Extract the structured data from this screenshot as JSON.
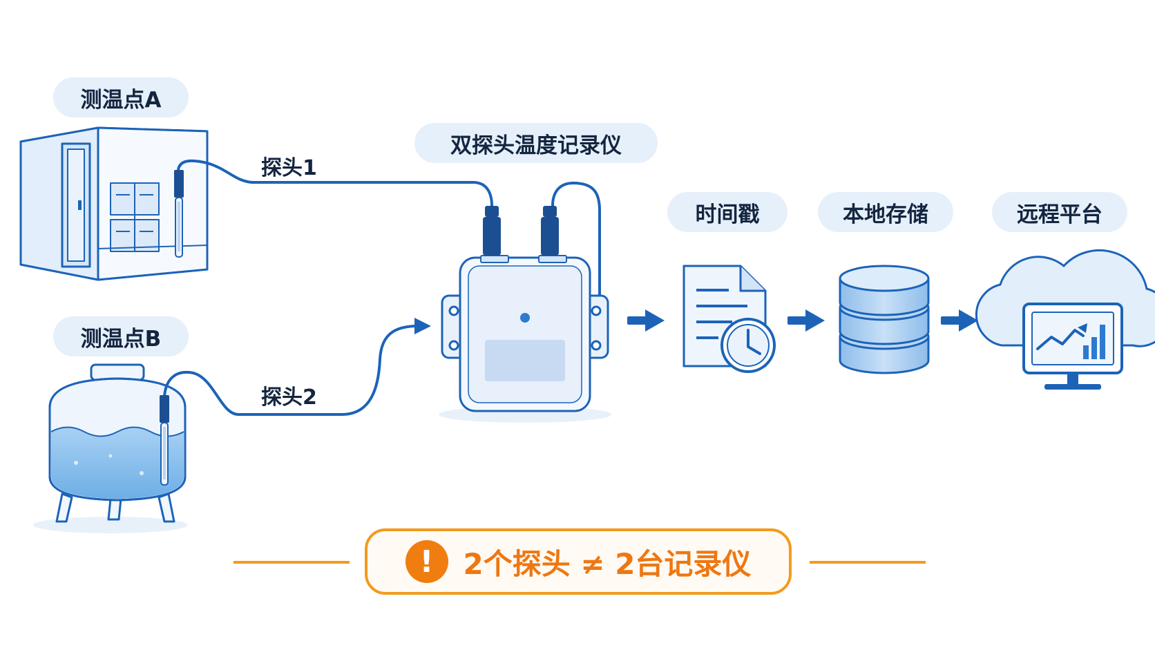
{
  "labels": {
    "point_a": "测温点A",
    "point_b": "测温点B",
    "probe_1": "探头1",
    "probe_2": "探头2",
    "logger": "双探头温度记录仪",
    "timestamp": "时间戳",
    "local_storage": "本地存储",
    "remote_platform": "远程平台"
  },
  "warning": {
    "icon": "!",
    "text": "2个探头 ≠ 2台记录仪"
  },
  "icons": {
    "cold_room": "cold-room-icon",
    "water_tank": "water-tank-icon",
    "probe": "temperature-probe-icon",
    "logger": "data-logger-icon",
    "document": "document-clock-icon",
    "database": "database-icon",
    "cloud": "cloud-monitor-icon",
    "arrow": "arrow-right-icon",
    "warning": "warning-icon"
  },
  "colors": {
    "primary": "#1c63b8",
    "pill_bg": "#e6f0fb",
    "text": "#14253f",
    "warning": "#f07d10"
  }
}
